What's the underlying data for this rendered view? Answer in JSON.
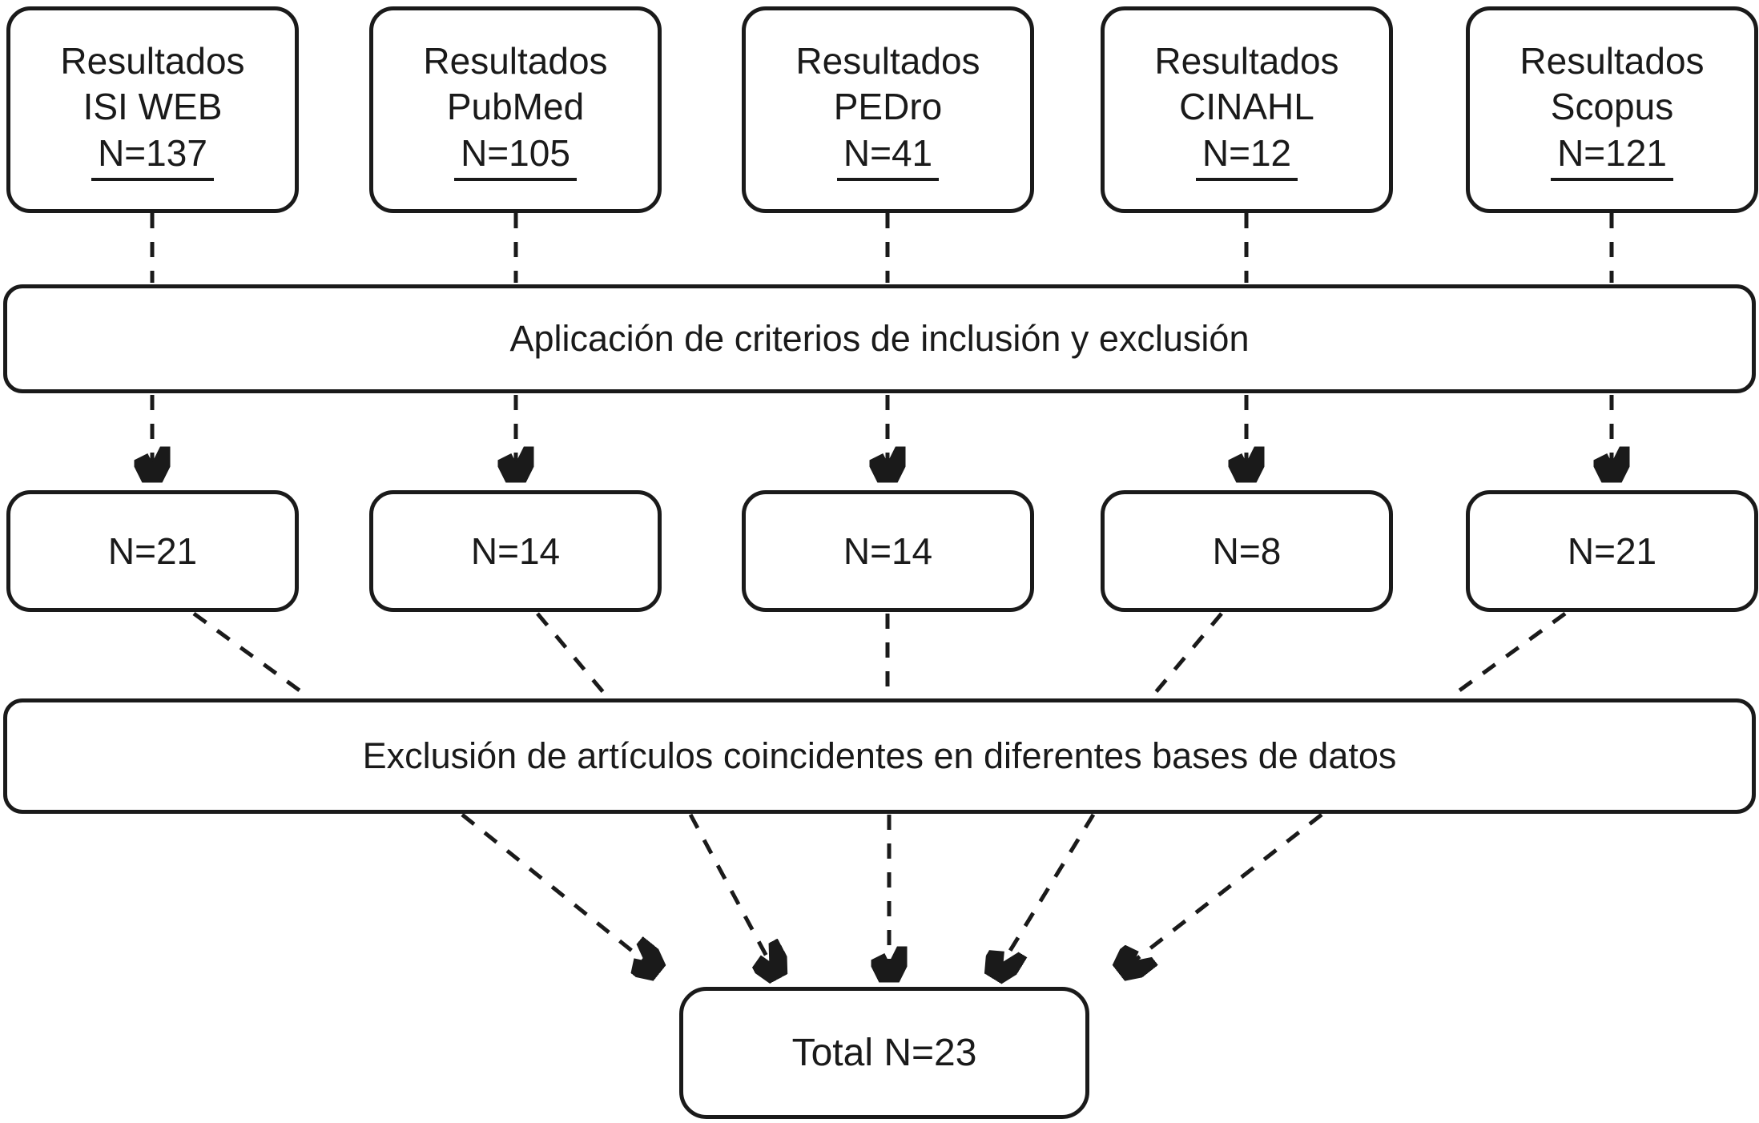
{
  "diagram": {
    "results_label": "Resultados",
    "columns": [
      {
        "database": "ISI WEB",
        "initial_count": "N=137",
        "filtered_count": "N=21"
      },
      {
        "database": "PubMed",
        "initial_count": "N=105",
        "filtered_count": "N=14"
      },
      {
        "database": "PEDro",
        "initial_count": "N=41",
        "filtered_count": "N=14"
      },
      {
        "database": "CINAHL",
        "initial_count": "N=12",
        "filtered_count": "N=8"
      },
      {
        "database": "Scopus",
        "initial_count": "N=121",
        "filtered_count": "N=21"
      }
    ],
    "step1_label": "Aplicación de criterios de inclusión y exclusión",
    "step2_label": "Exclusión de artículos coincidentes en diferentes bases de datos",
    "total_label": "Total N=23",
    "colors": {
      "stroke": "#1a1a1a",
      "background": "#ffffff"
    }
  }
}
